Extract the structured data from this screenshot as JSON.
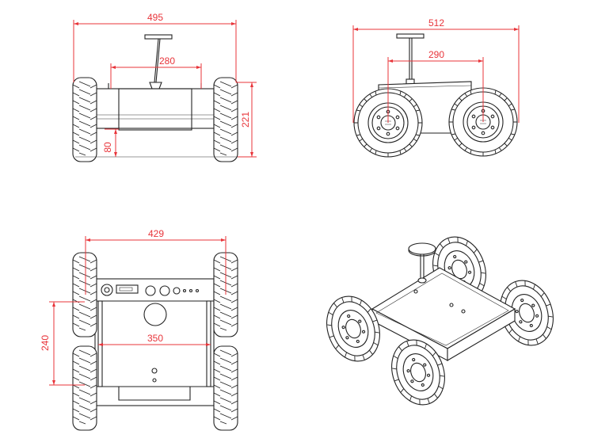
{
  "drawing": {
    "front_view": {
      "overall_width": "495",
      "inner_width": "280",
      "height": "221",
      "ground_clearance": "80"
    },
    "side_view": {
      "overall_length": "512",
      "wheelbase": "290"
    },
    "top_view": {
      "overall_width": "429",
      "track": "350",
      "wheelbase": "240"
    },
    "iso_view": {}
  }
}
